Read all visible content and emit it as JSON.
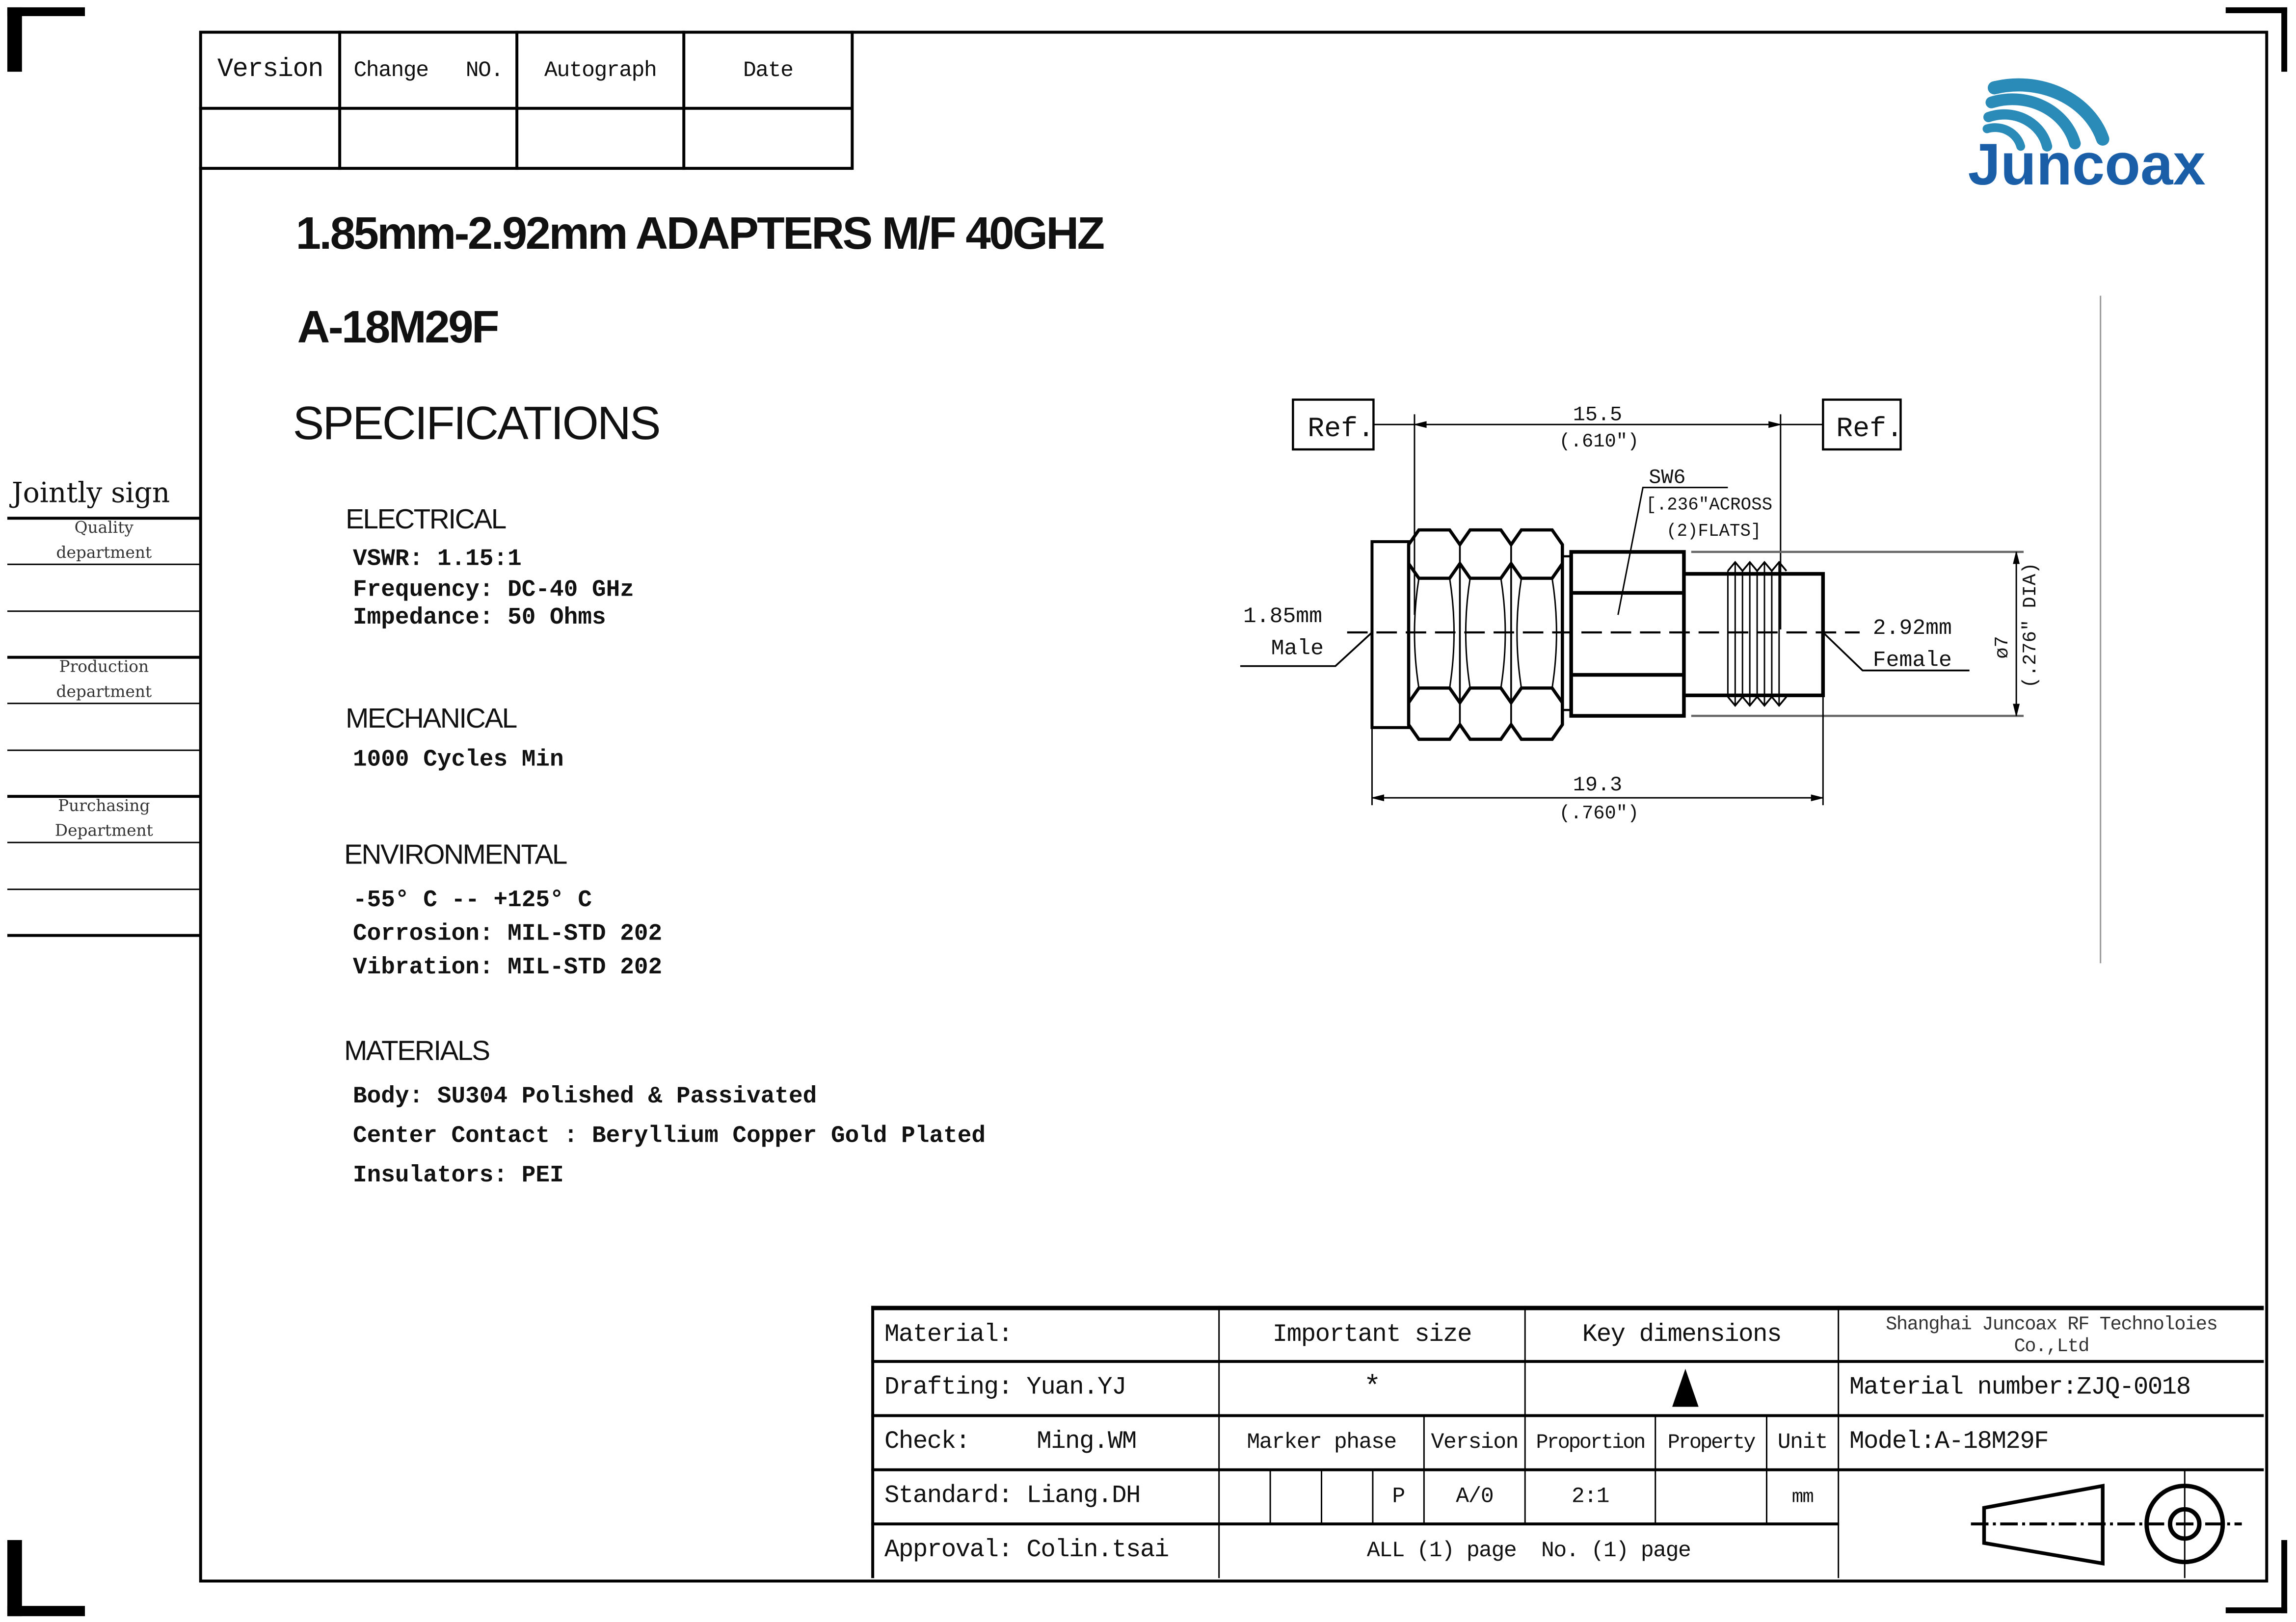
{
  "revision_table": {
    "headers": [
      "Version",
      "Change   NO.",
      "Autograph",
      "Date"
    ]
  },
  "logo": {
    "text": "Juncoax",
    "color": "#1a5ea8",
    "wave_color": "#2a8bb8"
  },
  "title": "1.85mm-2.92mm ADAPTERS  M/F 40GHZ",
  "part_number": "A-18M29F",
  "specs_heading": "SPECIFICATIONS",
  "sections": [
    {
      "heading": "ELECTRICAL",
      "lines": [
        "VSWR:  1.15:1",
        "Frequency: DC-40 GHz",
        "Impedance: 50 Ohms"
      ]
    },
    {
      "heading": "MECHANICAL",
      "lines": [
        "1000 Cycles Min"
      ]
    },
    {
      "heading": "ENVIRONMENTAL",
      "lines": [
        "-55° C -- +125° C",
        "Corrosion: MIL-STD 202",
        "Vibration: MIL-STD 202"
      ]
    },
    {
      "heading": "MATERIALS",
      "lines": [
        "Body: SU304 Polished & Passivated",
        "Center Contact : Beryllium Copper Gold Plated",
        "Insulators: PEI"
      ]
    }
  ],
  "sign_panel": {
    "title": "Jointly sign",
    "departments": [
      "Quality department",
      "Production department",
      "Purchasing Department"
    ]
  },
  "drawing": {
    "ref_left": "Ref.",
    "ref_right": "Ref.",
    "dim_top": "15.5",
    "dim_top_in": "(.610\")",
    "dim_bottom": "19.3",
    "dim_bottom_in": "(.760\")",
    "sw": "SW6",
    "sw_note1": "[.236\"ACROSS",
    "sw_note2": "(2)FLATS]",
    "male_size": "1.85mm",
    "male_label": "Male",
    "female_size": "2.92mm",
    "female_label": "Female",
    "dia": "ø7",
    "dia_in": "(.276\" DIA)"
  },
  "title_block": {
    "material": "Material:",
    "drafting": "Drafting: Yuan.YJ",
    "check_label": "Check:",
    "check_name": "Ming.WM",
    "standard": "Standard: Liang.DH",
    "approval": "Approval: Colin.tsai",
    "important_size": "Important size",
    "important_symbol": "*",
    "key_dimensions": "Key dimensions",
    "company": "Shanghai Juncoax RF Technoloies Co.,Ltd",
    "material_number": "Material number:ZJQ-0018",
    "model": "Model:A-18M29F",
    "marker_phase": "Marker phase",
    "version": "Version",
    "proportion": "Proportion",
    "property": "Property",
    "unit": "Unit",
    "phase_value": "P",
    "version_value": "A/0",
    "proportion_value": "2:1",
    "unit_value": "mm",
    "pages": "ALL (1) page  No. (1) page"
  }
}
